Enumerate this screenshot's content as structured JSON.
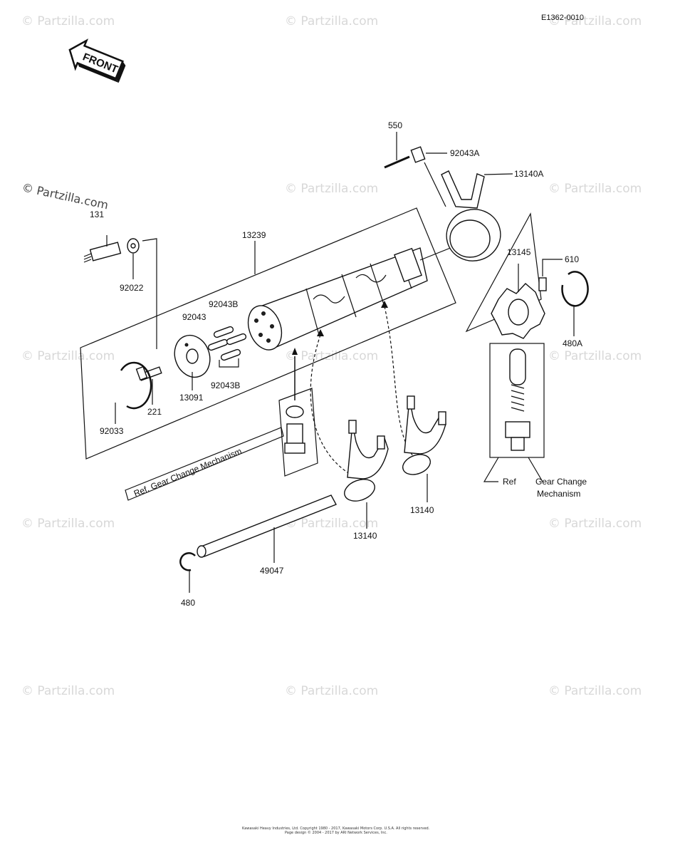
{
  "drawing_code": "E1362-0010",
  "front_arrow": "FRONT",
  "watermark_text": "© Partzilla.com",
  "parts": {
    "p550": "550",
    "p92043A": "92043A",
    "p13140A": "13140A",
    "p131": "131",
    "p92022": "92022",
    "p13239": "13239",
    "p13145": "13145",
    "p610": "610",
    "p480A": "480A",
    "p92043B_top": "92043B",
    "p92043": "92043",
    "p92043B_bot": "92043B",
    "p221": "221",
    "p13091": "13091",
    "p92033": "92033",
    "p13140_mid": "13140",
    "p13140_low": "13140",
    "p49047": "49047",
    "p480": "480"
  },
  "refs": {
    "ref_left": "Ref.  Gear Change  Mechanism",
    "ref_right_prefix": "Ref",
    "ref_right_line1": "Gear Change",
    "ref_right_line2": "Mechanism"
  },
  "footer": {
    "line1": "Kawasaki Heavy Industries, Ltd. Copyright 1980 - 2017, Kawasaki Motors Corp. U.S.A. All rights reserved.",
    "line2": "Page design © 2004 - 2017 by ARI Network Services, Inc."
  }
}
